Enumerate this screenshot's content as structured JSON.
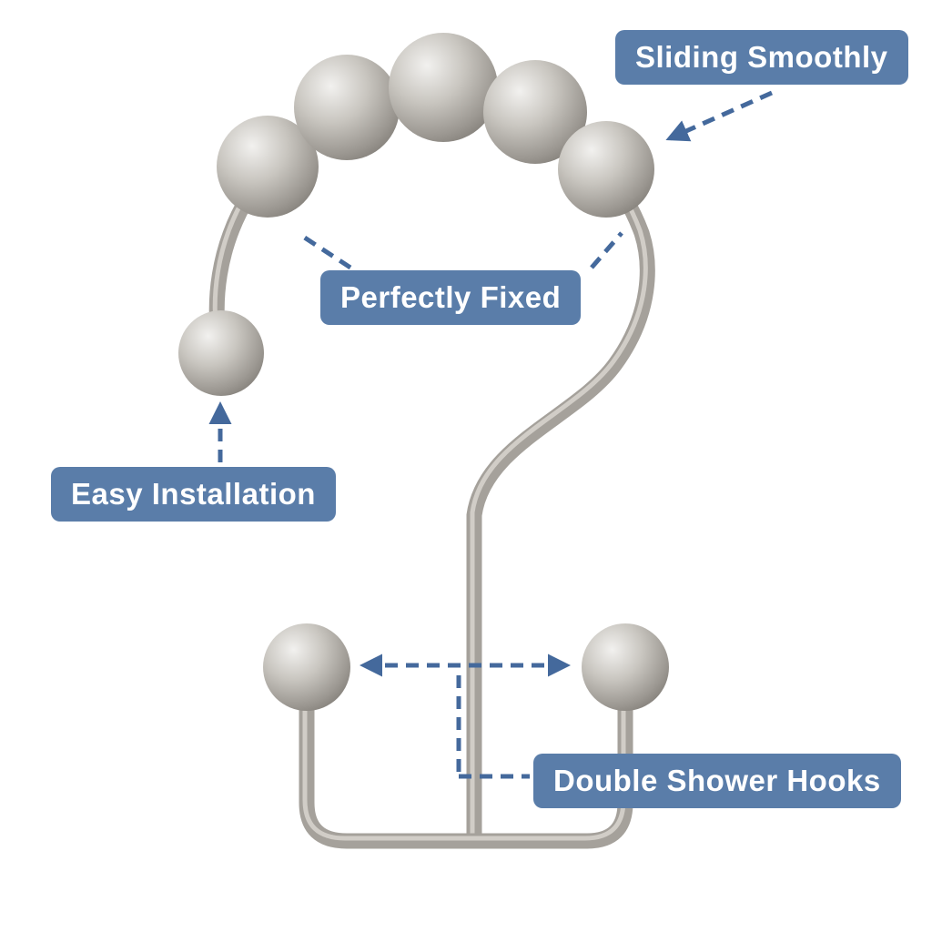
{
  "callouts": {
    "sliding_smoothly": "Sliding Smoothly",
    "perfectly_fixed": "Perfectly Fixed",
    "easy_installation": "Easy Installation",
    "double_shower_hooks": "Double Shower Hooks"
  },
  "colors": {
    "label_bg": "#5a7da9",
    "label_text": "#ffffff",
    "arrow": "#44699c",
    "background": "#ffffff",
    "metal_light": "#e9e8e5",
    "metal_mid": "#a5a19b",
    "metal_dark": "#6f6b65"
  },
  "product_features": {
    "top_roller_balls": 5,
    "end_ball": 1,
    "bottom_hook_balls": 2
  }
}
